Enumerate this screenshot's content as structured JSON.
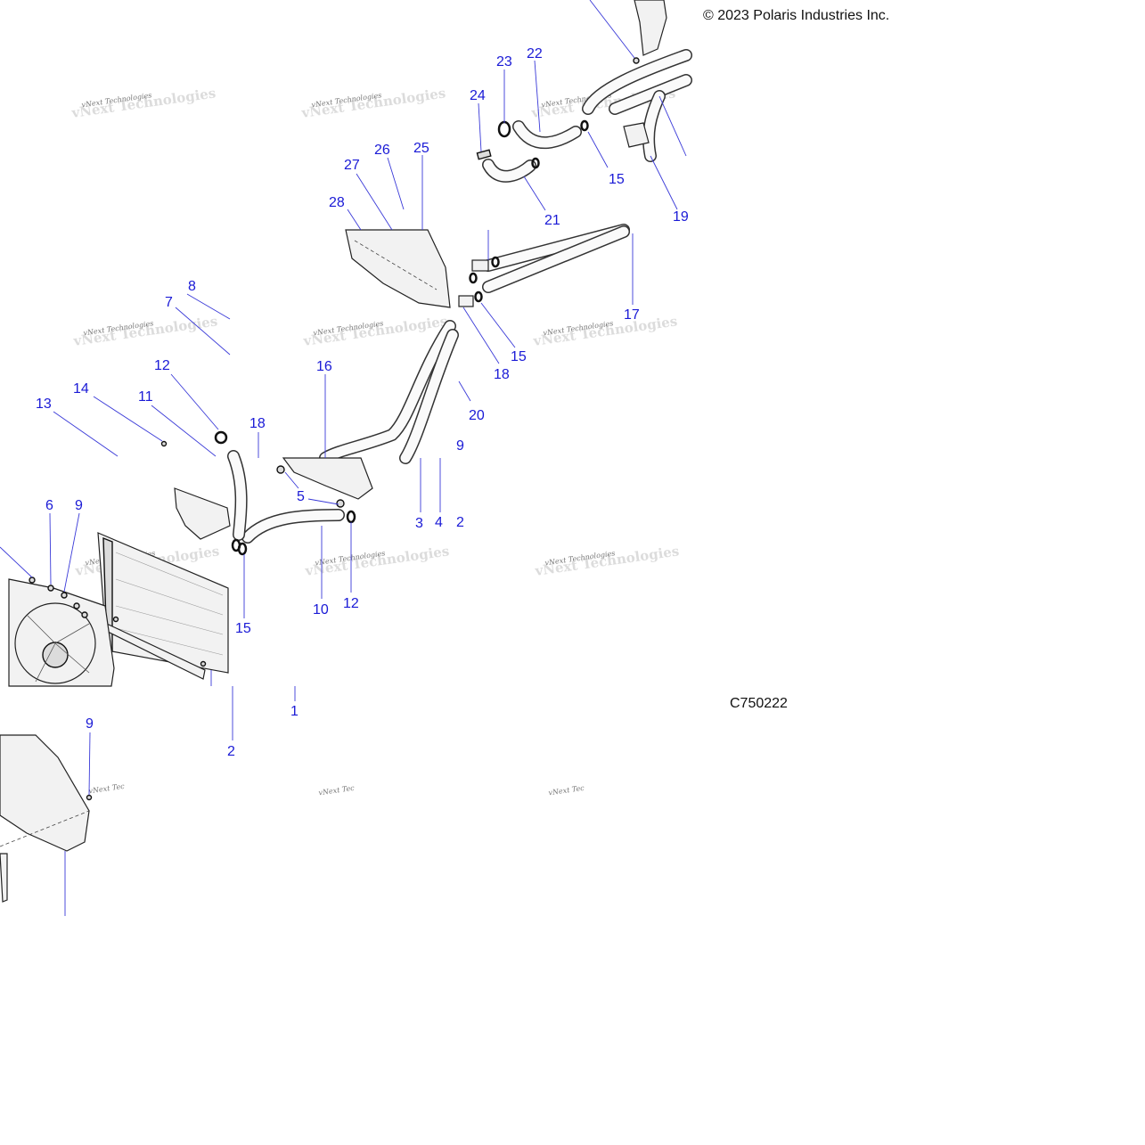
{
  "copyright": "© 2023 Polaris Industries Inc.",
  "figure_id": "C750222",
  "watermark_text": "vNext Technologies",
  "watermark_partial_text": "vNext Tec",
  "callout_color": "#1a1ad6",
  "callouts": [
    "1",
    "2",
    "3",
    "4",
    "5",
    "6",
    "7",
    "8",
    "9",
    "10",
    "11",
    "12",
    "13",
    "14",
    "15",
    "16",
    "17",
    "18",
    "19",
    "20",
    "21",
    "22",
    "23",
    "24",
    "25",
    "26",
    "27",
    "28",
    "2",
    "9"
  ]
}
